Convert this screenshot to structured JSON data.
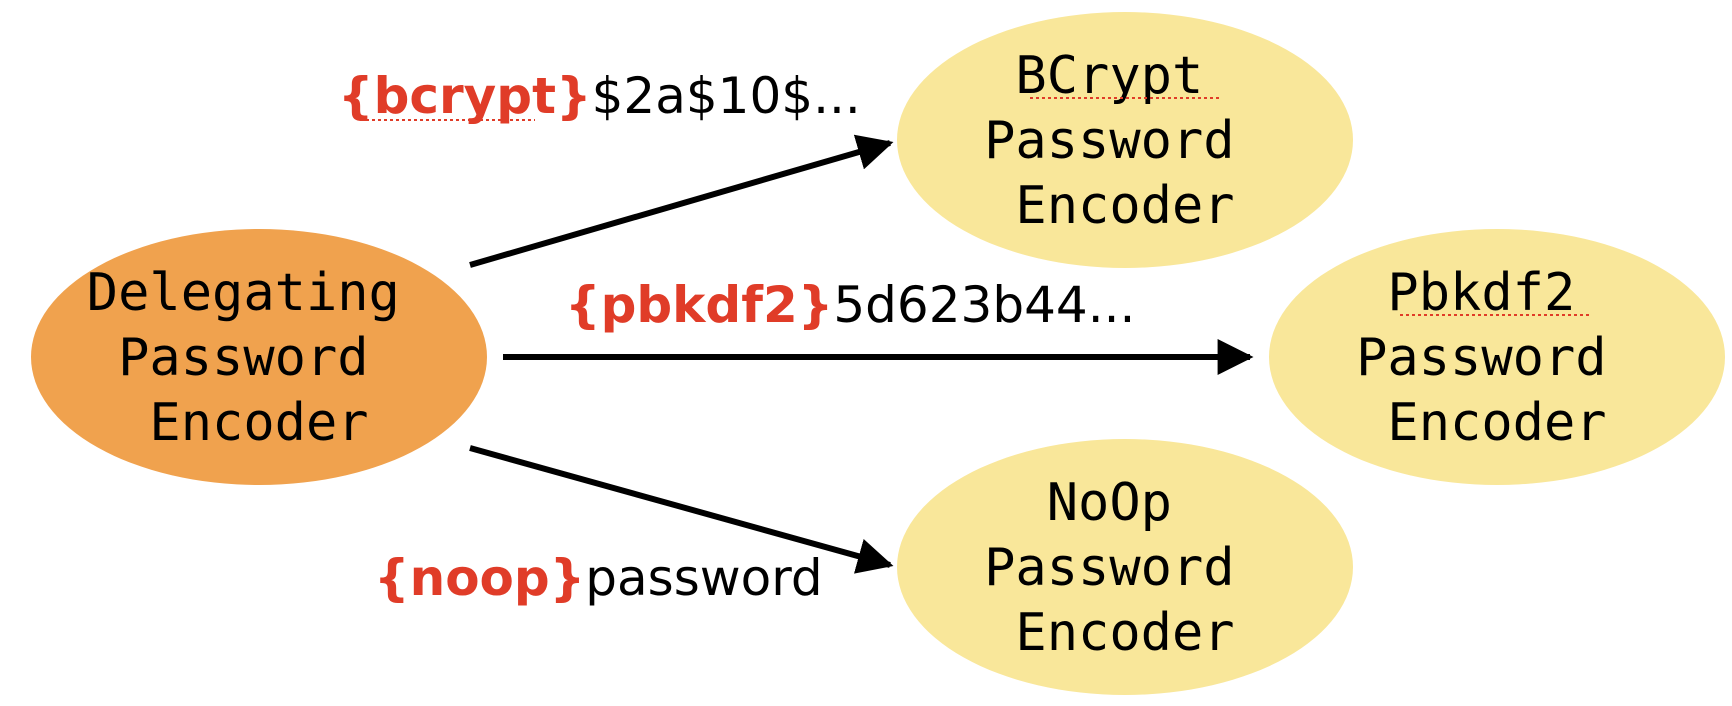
{
  "colors": {
    "source_fill": "#f0a24e",
    "target_fill": "#f9e79a",
    "edge": "#000000",
    "prefix": "#e03c28"
  },
  "nodes": {
    "delegating": {
      "lines": [
        "Delegating",
        "Password",
        "Encoder"
      ]
    },
    "bcrypt": {
      "lines": [
        "BCrypt",
        "Password",
        "Encoder"
      ]
    },
    "pbkdf2": {
      "lines": [
        "Pbkdf2",
        "Password",
        "Encoder"
      ]
    },
    "noop": {
      "lines": [
        "NoOp",
        "Password",
        "Encoder"
      ]
    }
  },
  "edges": {
    "bcrypt": {
      "prefix": "{bcrypt}",
      "value": "$2a$10$..."
    },
    "pbkdf2": {
      "prefix": "{pbkdf2}",
      "value": "5d623b44..."
    },
    "noop": {
      "prefix": "{noop}",
      "value": "password"
    }
  }
}
